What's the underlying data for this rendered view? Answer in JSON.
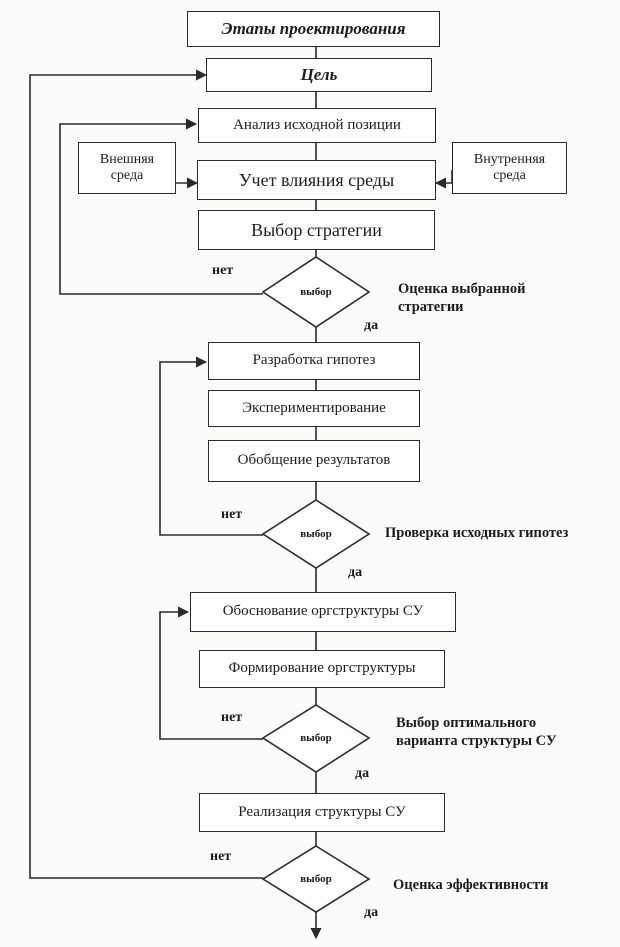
{
  "boxes": {
    "title": "Этапы проектирования",
    "goal": "Цель",
    "analysis": "Анализ исходной позиции",
    "external": "Внешняя среда",
    "internal": "Внутренняя среда",
    "influence": "Учет влияния среды",
    "strategy": "Выбор стратегии",
    "hypotheses": "Разработка гипотез",
    "experiment": "Экспериментирование",
    "generalization": "Обобщение результатов",
    "justification": "Обоснование оргструктуры СУ",
    "formation": "Формирование оргструктуры",
    "implementation": "Реализация структуры СУ"
  },
  "decisions": {
    "d1": "выбор",
    "d2": "выбор",
    "d3": "выбор",
    "d4": "выбор"
  },
  "labels": {
    "no": "нет",
    "yes": "да"
  },
  "notes": {
    "d1": "Оценка выбранной стратегии",
    "d2": "Проверка исходных гипотез",
    "d3": "Выбор оптимального варианта структуры СУ",
    "d4": "Оценка эффективности"
  },
  "colors": {
    "line": "#2b2b2b",
    "box_fill": "#ffffff",
    "background": "#fbfbf9"
  }
}
